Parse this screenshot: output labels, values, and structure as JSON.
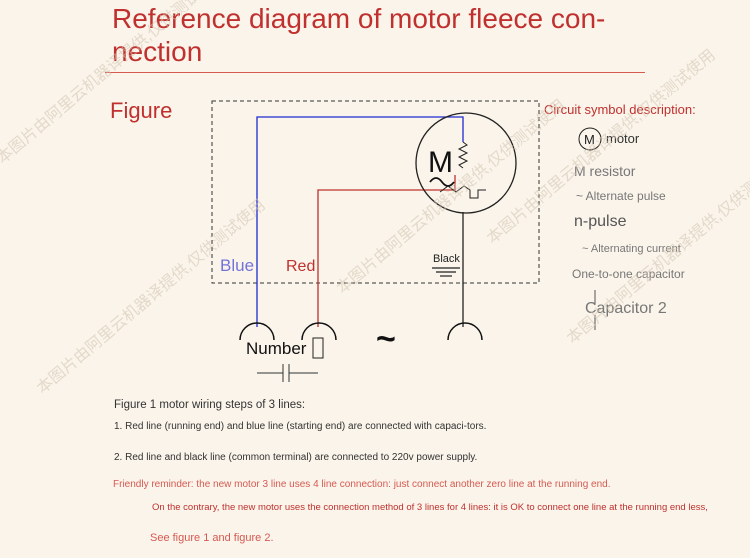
{
  "title": "Reference diagram of motor fleece con-nection",
  "figure_label": "Figure",
  "wire_labels": {
    "blue": "Blue",
    "red": "Red",
    "black": "Black"
  },
  "motor_symbol": "M",
  "terminal_label": "Number",
  "supply_symbol": "~",
  "legend": {
    "title": "Circuit symbol description:",
    "motor_icon_letter": "M",
    "motor": "motor",
    "resistor": "M resistor",
    "alternate_pulse": "~ Alternate pulse",
    "n_pulse": "n-pulse",
    "alternating_current": "~ Alternating current",
    "capacitor_1": "One-to-one capacitor",
    "capacitor_2": "Capacitor 2"
  },
  "steps": {
    "title": "Figure 1 motor wiring steps of 3 lines:",
    "step1": "1. Red line (running end) and blue line (starting end) are connected with capaci-tors.",
    "step2": "2. Red line and black line (common terminal) are connected to 220v power supply."
  },
  "reminder": "Friendly reminder: the new motor 3 line uses 4 line connection: just connect another zero line at the running end.",
  "contrary": "On the contrary, the new motor uses the connection method of 3 lines for 4 lines: it is OK to connect one line at the running end less,",
  "see_figure": "See figure 1 and figure 2.",
  "watermark": "本图片由阿里云机器译提供,仅供测试使用",
  "colors": {
    "title": "#c0302e",
    "blue_wire": "#1f2bd1",
    "red_wire": "#c0302e",
    "black_wire": "#222222",
    "background": "#faf4ea"
  }
}
